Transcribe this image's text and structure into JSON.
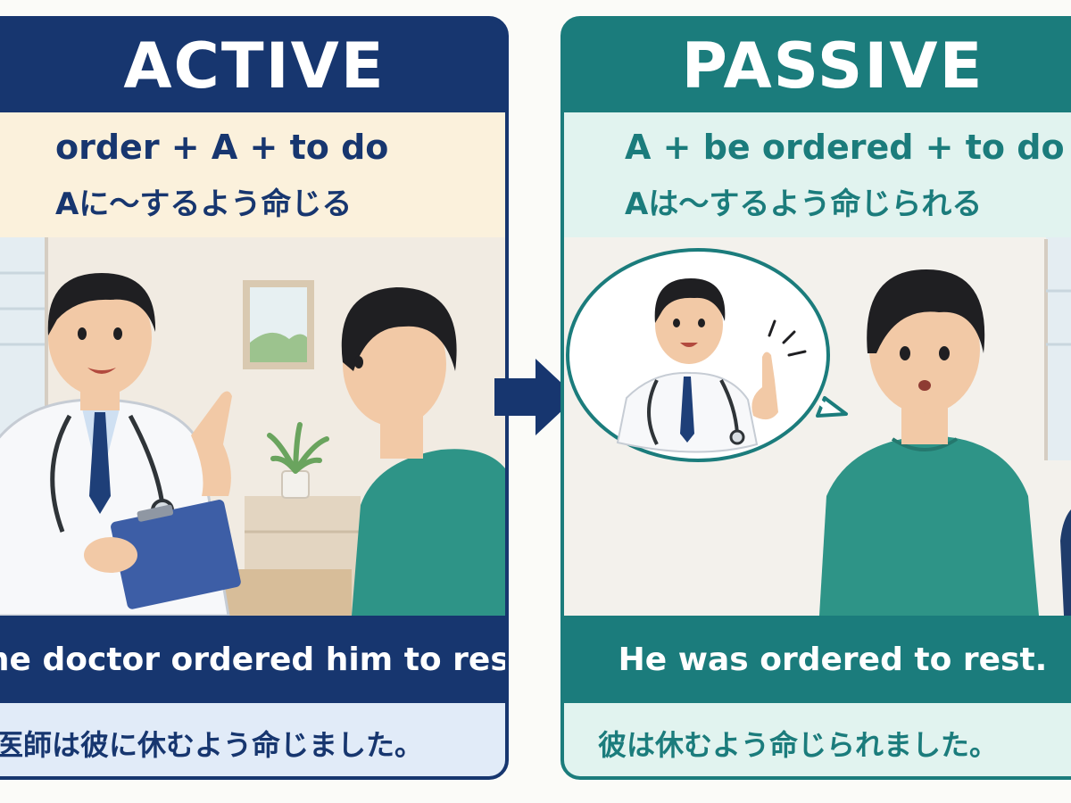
{
  "active": {
    "title": "ACTIVE",
    "formula_en": "order + A + to do",
    "formula_jp": "Aに〜するよう命じる",
    "sentence_en": "The doctor ordered him to rest.",
    "sentence_jp": "医師は彼に休むよう命じました。"
  },
  "passive": {
    "title": "PASSIVE",
    "formula_en": "A + be ordered + to do",
    "formula_jp": "Aは〜するよう命じられる",
    "sentence_en": "He was ordered to rest.",
    "sentence_jp": "彼は休むよう命じられました。"
  },
  "colors": {
    "active_navy": "#17366f",
    "passive_teal": "#1b7c7c",
    "active_formula_bg": "#fbf1dc",
    "passive_formula_bg": "#e1f3ef",
    "active_translation_bg": "#e1ebf8",
    "sweater_green": "#2e9487"
  },
  "icons": {
    "transition": "right-arrow-icon",
    "speech": "speech-bubble-icon"
  }
}
